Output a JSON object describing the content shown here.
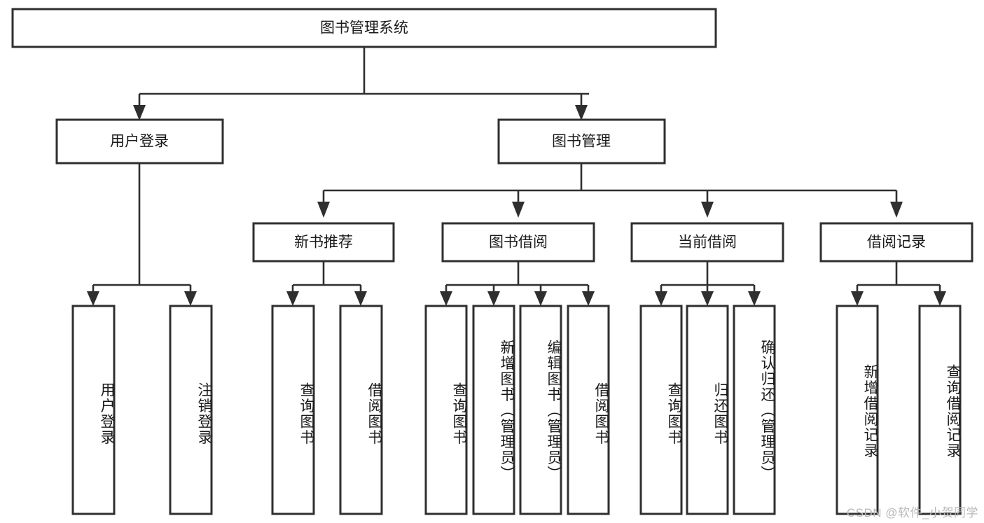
{
  "diagram": {
    "type": "tree-hierarchy",
    "title": "图书管理系统",
    "watermark": "CSDN @软件_小贺同学",
    "levels": [
      {
        "level": 1,
        "nodes": [
          {
            "id": "root",
            "label": "图书管理系统",
            "orientation": "horizontal"
          }
        ]
      },
      {
        "level": 2,
        "nodes": [
          {
            "id": "login",
            "label": "用户登录",
            "orientation": "horizontal",
            "parent": "root"
          },
          {
            "id": "bookmgmt",
            "label": "图书管理",
            "orientation": "horizontal",
            "parent": "root"
          }
        ]
      },
      {
        "level": 3,
        "nodes": [
          {
            "id": "newbook",
            "label": "新书推荐",
            "orientation": "horizontal",
            "parent": "bookmgmt"
          },
          {
            "id": "borrow",
            "label": "图书借阅",
            "orientation": "horizontal",
            "parent": "bookmgmt"
          },
          {
            "id": "current",
            "label": "当前借阅",
            "orientation": "horizontal",
            "parent": "bookmgmt"
          },
          {
            "id": "records",
            "label": "借阅记录",
            "orientation": "horizontal",
            "parent": "bookmgmt"
          }
        ]
      },
      {
        "level": 4,
        "nodes": [
          {
            "id": "leaf-1",
            "label": "用户登录",
            "orientation": "vertical",
            "parent": "login"
          },
          {
            "id": "leaf-2",
            "label": "注销登录",
            "orientation": "vertical",
            "parent": "login"
          },
          {
            "id": "leaf-3",
            "label": "查询图书",
            "orientation": "vertical",
            "parent": "newbook"
          },
          {
            "id": "leaf-4",
            "label": "借阅图书",
            "orientation": "vertical",
            "parent": "newbook"
          },
          {
            "id": "leaf-5",
            "label": "查询图书",
            "orientation": "vertical",
            "parent": "borrow"
          },
          {
            "id": "leaf-6",
            "label": "新增图书（管理员）",
            "orientation": "vertical",
            "parent": "borrow"
          },
          {
            "id": "leaf-7",
            "label": "编辑图书（管理员）",
            "orientation": "vertical",
            "parent": "borrow"
          },
          {
            "id": "leaf-8",
            "label": "借阅图书",
            "orientation": "vertical",
            "parent": "borrow"
          },
          {
            "id": "leaf-9",
            "label": "查询图书",
            "orientation": "vertical",
            "parent": "current"
          },
          {
            "id": "leaf-10",
            "label": "归还图书",
            "orientation": "vertical",
            "parent": "current"
          },
          {
            "id": "leaf-11",
            "label": "确认归还（管理员）",
            "orientation": "vertical",
            "parent": "current"
          },
          {
            "id": "leaf-12",
            "label": "新增借阅记录",
            "orientation": "vertical",
            "parent": "records"
          },
          {
            "id": "leaf-13",
            "label": "查询借阅记录",
            "orientation": "vertical",
            "parent": "records"
          }
        ]
      }
    ],
    "colors": {
      "box_stroke": "#2f2f2f",
      "box_fill": "#ffffff",
      "connector": "#2f2f2f",
      "text": "#1a1a1a",
      "watermark": "#b9b9b9",
      "background": "#ffffff"
    }
  }
}
